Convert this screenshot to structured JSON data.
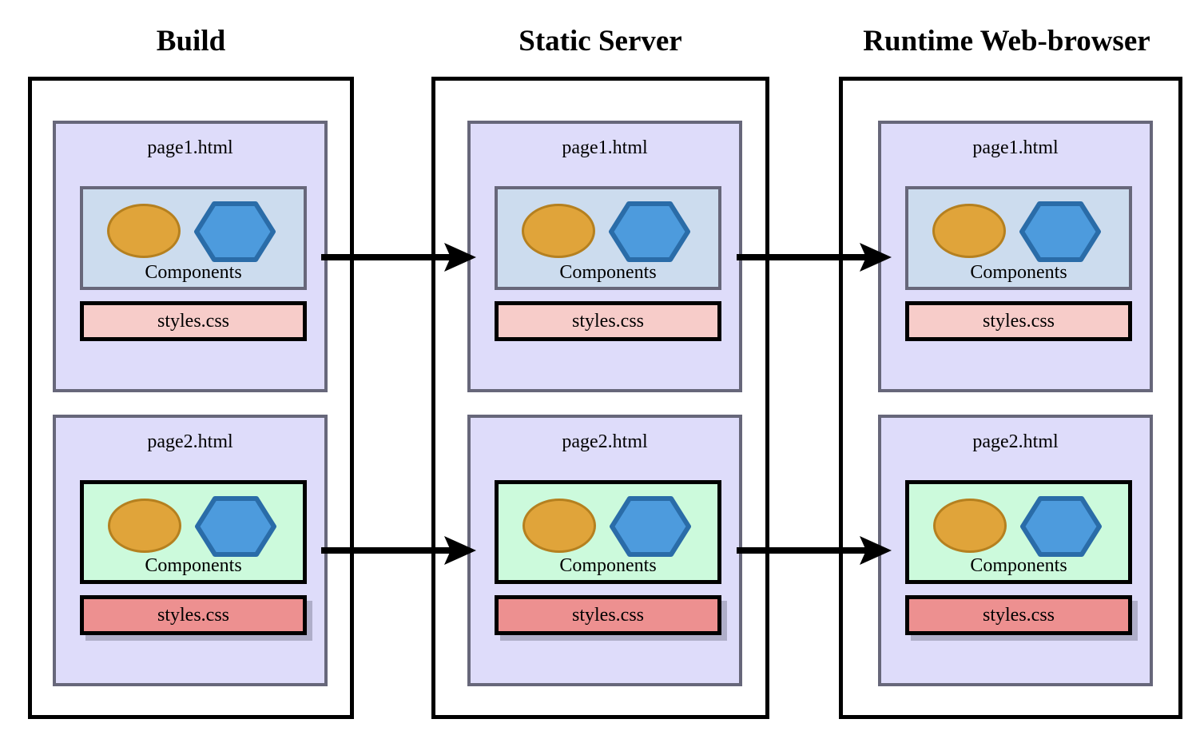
{
  "diagram": {
    "title_row": [
      {
        "id": "build",
        "label": "Build"
      },
      {
        "id": "static-server",
        "label": "Static Server"
      },
      {
        "id": "runtime-web-browser",
        "label": "Runtime Web-browser"
      }
    ],
    "stages": [
      {
        "id": "build",
        "name": "Build",
        "pages": [
          {
            "id": "page1",
            "label": "page1.html",
            "components": {
              "label": "Components",
              "variant": "blue"
            },
            "stylesheet": {
              "label": "styles.css",
              "variant": "pink"
            }
          },
          {
            "id": "page2",
            "label": "page2.html",
            "components": {
              "label": "Components",
              "variant": "green"
            },
            "stylesheet": {
              "label": "styles.css",
              "variant": "salmon"
            }
          }
        ]
      },
      {
        "id": "static-server",
        "name": "Static Server",
        "pages": [
          {
            "id": "page1",
            "label": "page1.html",
            "components": {
              "label": "Components",
              "variant": "blue"
            },
            "stylesheet": {
              "label": "styles.css",
              "variant": "pink"
            }
          },
          {
            "id": "page2",
            "label": "page2.html",
            "components": {
              "label": "Components",
              "variant": "green"
            },
            "stylesheet": {
              "label": "styles.css",
              "variant": "salmon"
            }
          }
        ]
      },
      {
        "id": "runtime-web-browser",
        "name": "Runtime Web-browser",
        "pages": [
          {
            "id": "page1",
            "label": "page1.html",
            "components": {
              "label": "Components",
              "variant": "blue"
            },
            "stylesheet": {
              "label": "styles.css",
              "variant": "pink"
            }
          },
          {
            "id": "page2",
            "label": "page2.html",
            "components": {
              "label": "Components",
              "variant": "green"
            },
            "stylesheet": {
              "label": "styles.css",
              "variant": "salmon"
            }
          }
        ]
      }
    ],
    "arrows": [
      {
        "id": "build-to-server-page1",
        "from": "build.page1",
        "to": "static-server.page1"
      },
      {
        "id": "build-to-server-page2",
        "from": "build.page2",
        "to": "static-server.page2"
      },
      {
        "id": "server-to-browser-page1",
        "from": "static-server.page1",
        "to": "runtime-web-browser.page1"
      },
      {
        "id": "server-to-browser-page2",
        "from": "static-server.page2",
        "to": "runtime-web-browser.page2"
      }
    ],
    "colors": {
      "background": "#ffffff",
      "stage_border": "#000000",
      "page_fill": "#dedcfa",
      "page_border": "#67677a",
      "components_blue_fill": "#ccdcee",
      "components_green_fill": "#ccfadc",
      "ellipse_fill": "#e0a43a",
      "ellipse_stroke": "#b5801f",
      "hexagon_fill": "#4d9bdd",
      "hexagon_stroke": "#2a6ca8",
      "css_pink_fill": "#f7ccc9",
      "css_salmon_fill": "#ed9090",
      "arrow": "#000000",
      "text": "#000000"
    }
  }
}
